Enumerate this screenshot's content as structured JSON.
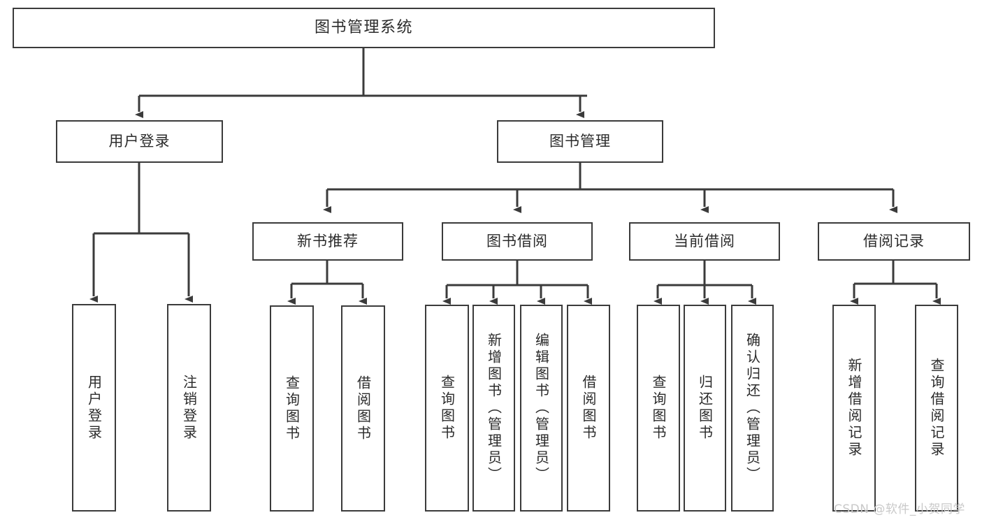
{
  "diagram": {
    "title": "图书管理系统",
    "type": "tree",
    "line_color": "#3b3b3b",
    "box_fill": "#ffffff",
    "text_color": "#2b2b2b",
    "nodes": {
      "root": {
        "label": "图书管理系统"
      },
      "level1": [
        {
          "id": "user-login",
          "label": "用户登录"
        },
        {
          "id": "book-manage",
          "label": "图书管理"
        }
      ],
      "level2": [
        {
          "id": "new-book-recommend",
          "label": "新书推荐"
        },
        {
          "id": "book-borrow",
          "label": "图书借阅"
        },
        {
          "id": "current-borrow",
          "label": "当前借阅"
        },
        {
          "id": "borrow-record",
          "label": "借阅记录"
        }
      ],
      "leaves": {
        "user_login": [
          {
            "id": "leaf-user-login",
            "label": "用户登录"
          },
          {
            "id": "leaf-logout-login",
            "label": "注销登录"
          }
        ],
        "new_book_recommend": [
          {
            "id": "leaf-query-book-1",
            "label": "查询图书"
          },
          {
            "id": "leaf-borrow-book-1",
            "label": "借阅图书"
          }
        ],
        "book_borrow": [
          {
            "id": "leaf-query-book-2",
            "label": "查询图书"
          },
          {
            "id": "leaf-add-book",
            "label": "新增图书（管理员）"
          },
          {
            "id": "leaf-edit-book",
            "label": "编辑图书（管理员）"
          },
          {
            "id": "leaf-borrow-book-2",
            "label": "借阅图书"
          }
        ],
        "current_borrow": [
          {
            "id": "leaf-query-book-3",
            "label": "查询图书"
          },
          {
            "id": "leaf-return-book",
            "label": "归还图书"
          },
          {
            "id": "leaf-confirm-return",
            "label": "确认归还（管理员）"
          }
        ],
        "borrow_record": [
          {
            "id": "leaf-add-record",
            "label": "新增借阅记录"
          },
          {
            "id": "leaf-query-record",
            "label": "查询借阅记录"
          }
        ]
      }
    }
  },
  "watermark": {
    "text": "CSDN @软件_小贺同学"
  }
}
